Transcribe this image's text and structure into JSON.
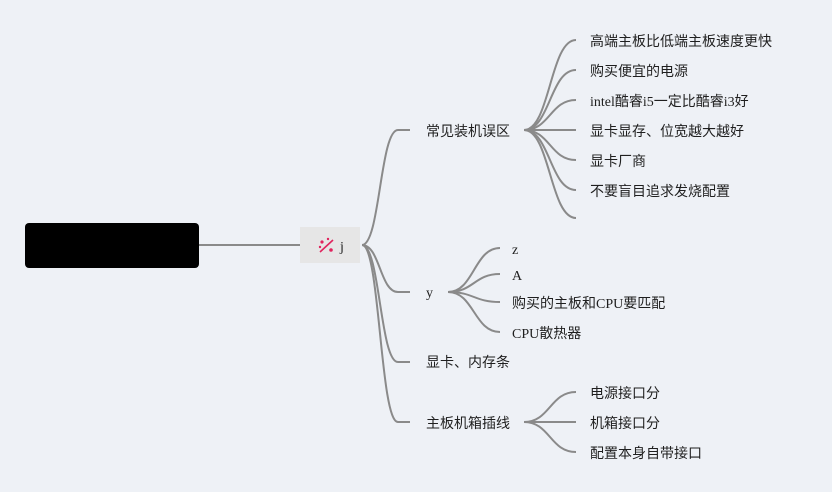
{
  "center": {
    "label": "j",
    "icon": "sparkle-icon",
    "icon_color": "#e0245e"
  },
  "branches": [
    {
      "label": "常见装机误区",
      "children": [
        "高端主板比低端主板速度更快",
        "购买便宜的电源",
        "intel酷睿i5一定比酷睿i3好",
        "显卡显存、位宽越大越好",
        "显卡厂商",
        "不要盲目追求发烧配置",
        ""
      ]
    },
    {
      "label": "y",
      "children": [
        "z",
        "A",
        "购买的主板和CPU要匹配",
        "CPU散热器"
      ]
    },
    {
      "label": "显卡、内存条",
      "children": []
    },
    {
      "label": "主板机箱插线",
      "children": [
        "电源接口分",
        "机箱接口分",
        "配置本身自带接口"
      ]
    }
  ],
  "colors": {
    "background": "#eef1f6",
    "edge": "#8a8a8a",
    "root_box": "#000000",
    "center_box": "#e6e6e6"
  }
}
